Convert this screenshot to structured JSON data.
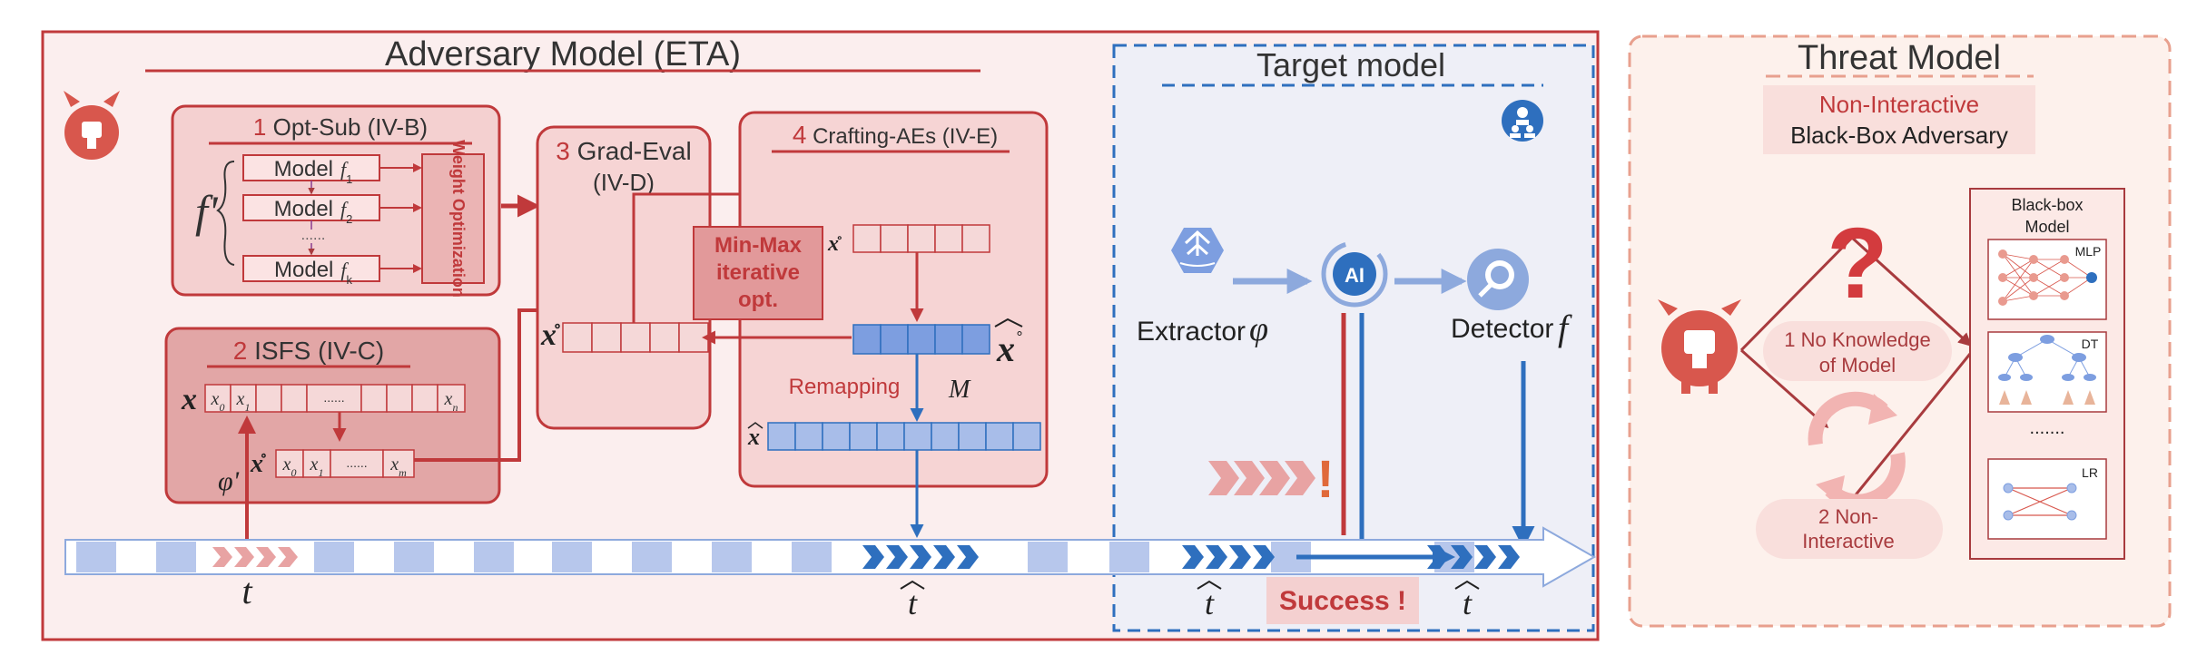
{
  "adversary": {
    "title": "Adversary Model (ETA)",
    "f_symbol": "f'",
    "opt_sub": {
      "num": "1",
      "title": "Opt-Sub (IV-B)",
      "models": [
        "Model",
        "Model",
        "Model"
      ],
      "subs": [
        "1",
        "2",
        "k"
      ],
      "dots": "......",
      "weight": "Weight Optimization"
    },
    "isfs": {
      "num": "2",
      "title": "ISFS (IV-C)",
      "phi": "φ'",
      "dots": "......"
    },
    "grad_eval": {
      "num": "3",
      "title": "Grad-Eval",
      "subtitle": "(IV-D)"
    },
    "crafting": {
      "num": "4",
      "title": "Crafting-AEs (IV-E)",
      "remapping": "Remapping",
      "M": "M"
    },
    "minmax": [
      "Min-Max",
      "iterative",
      "opt."
    ],
    "x_symbol": "x",
    "t_symbol": "t"
  },
  "target": {
    "title": "Target model",
    "extractor": "Extractor",
    "extractor_symbol": "φ",
    "ai": "AI",
    "detector": "Detector",
    "detector_symbol": "f",
    "success": "Success !",
    "exclaim": "!"
  },
  "threat": {
    "title": "Threat Model",
    "tag_line1": "Non-Interactive",
    "tag_line2": "Black-Box Adversary",
    "no_knowledge_1": "1 No Knowledge",
    "no_knowledge_2": "of Model",
    "non_interactive_1": "2 Non-",
    "non_interactive_2": "Interactive",
    "question": "?",
    "blackbox_1": "Black-box",
    "blackbox_2": "Model",
    "mlp": "MLP",
    "dt": "DT",
    "dots": ".......",
    "lr": "LR"
  },
  "colors": {
    "red": "#c0393b",
    "blue": "#2e6fbe",
    "light_blue": "#8da9dd",
    "pink_bg": "#fbeeee"
  }
}
